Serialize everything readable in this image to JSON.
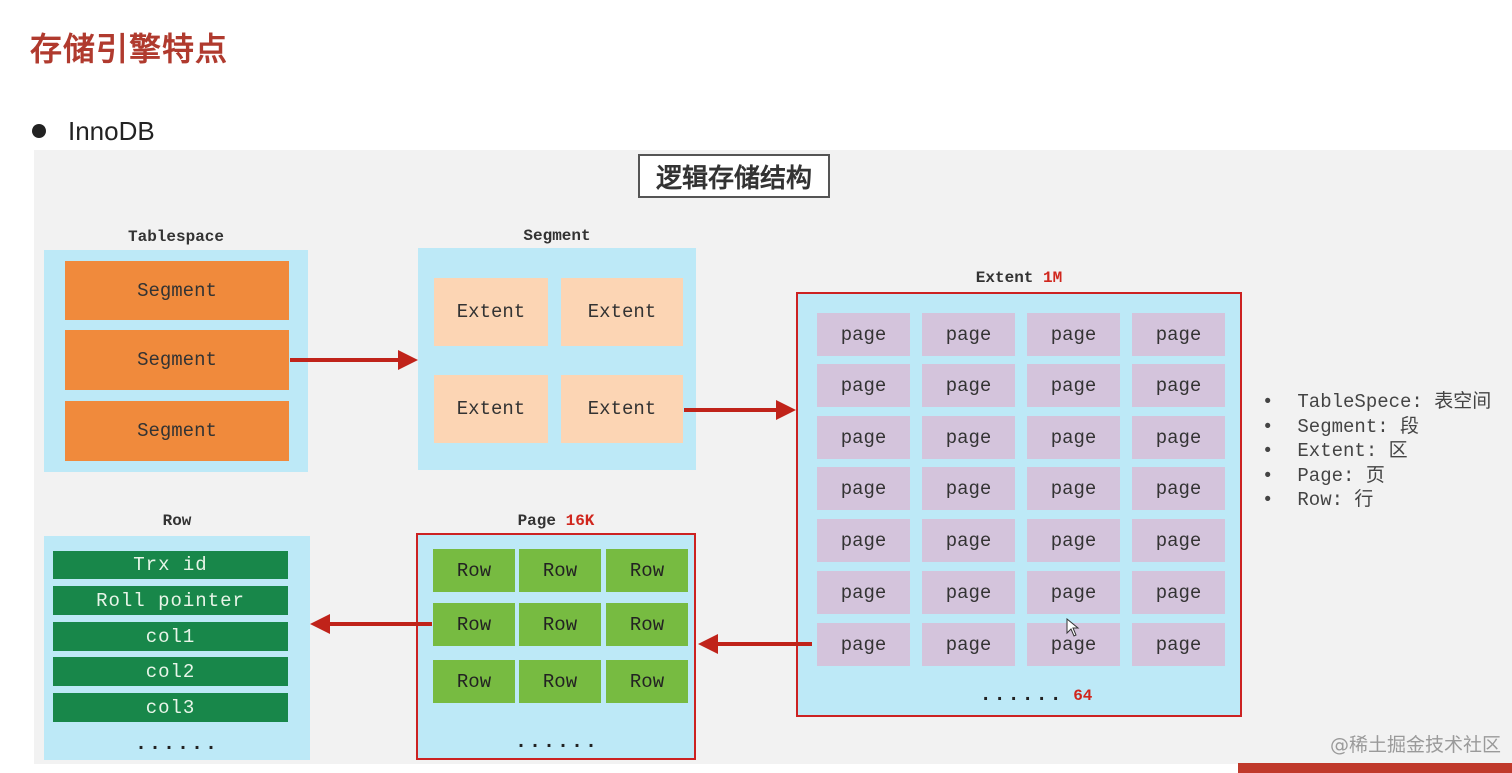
{
  "slide": {
    "title": "存储引擎特点",
    "bullet": "InnoDB"
  },
  "diagram": {
    "title": "逻辑存储结构",
    "tablespace": {
      "label": "Tablespace",
      "items": [
        "Segment",
        "Segment",
        "Segment"
      ]
    },
    "segment": {
      "label": "Segment",
      "items": [
        "Extent",
        "Extent",
        "Extent",
        "Extent"
      ]
    },
    "extent": {
      "label": "Extent",
      "size": "1M",
      "page_label": "page",
      "rows": 7,
      "cols": 4,
      "dots": "......",
      "count": "64"
    },
    "page": {
      "label": "Page",
      "size": "16K",
      "items": [
        "Row",
        "Row",
        "Row",
        "Row",
        "Row",
        "Row",
        "Row",
        "Row",
        "Row"
      ],
      "dots": "......"
    },
    "row": {
      "label": "Row",
      "fields": [
        "Trx id",
        "Roll pointer",
        "col1",
        "col2",
        "col3"
      ],
      "dots": "......"
    },
    "legend": [
      "TableSpece: 表空间",
      "Segment: 段",
      "Extent: 区",
      "Page: 页",
      "Row: 行"
    ]
  },
  "watermark": "@稀土掘金技术社区",
  "colors": {
    "title": "#b03a2e",
    "panel": "#bde9f7",
    "segment": "#f08a3c",
    "extent": "#fcd5b4",
    "page": "#d4c4dc",
    "row": "#77bb41",
    "field": "#18874a",
    "accent": "#cc2222"
  }
}
